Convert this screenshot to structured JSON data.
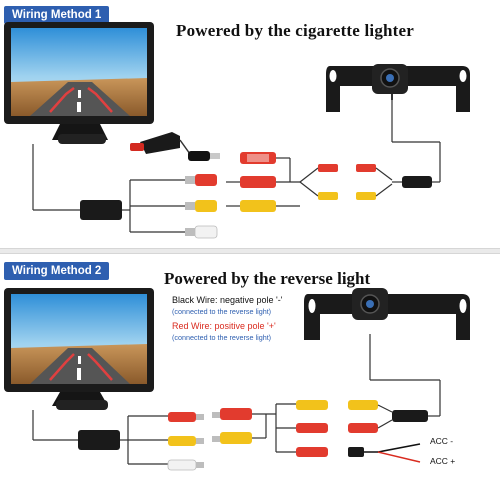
{
  "panels": [
    {
      "badge": "Wiring Method 1",
      "title": "Powered by the cigarette lighter"
    },
    {
      "badge": "Wiring Method 2",
      "title": "Powered by the reverse light",
      "black_wire": {
        "label": "Black Wire:",
        "text": " negative pole '-'",
        "sub": "(connected to the reverse light)"
      },
      "red_wire": {
        "label": "Red Wire:",
        "text": " positive pole '+'",
        "sub": "(connected to the reverse light)"
      },
      "acc_neg": "ACC -",
      "acc_pos": "ACC +"
    }
  ],
  "colors": {
    "badge_blue": "#2e5fb0",
    "connector_red": "#e23b2e",
    "connector_yellow": "#f2c21b",
    "connector_white": "#f2f2f2",
    "wire": "#333333",
    "red_wire": "#d92b1f"
  }
}
